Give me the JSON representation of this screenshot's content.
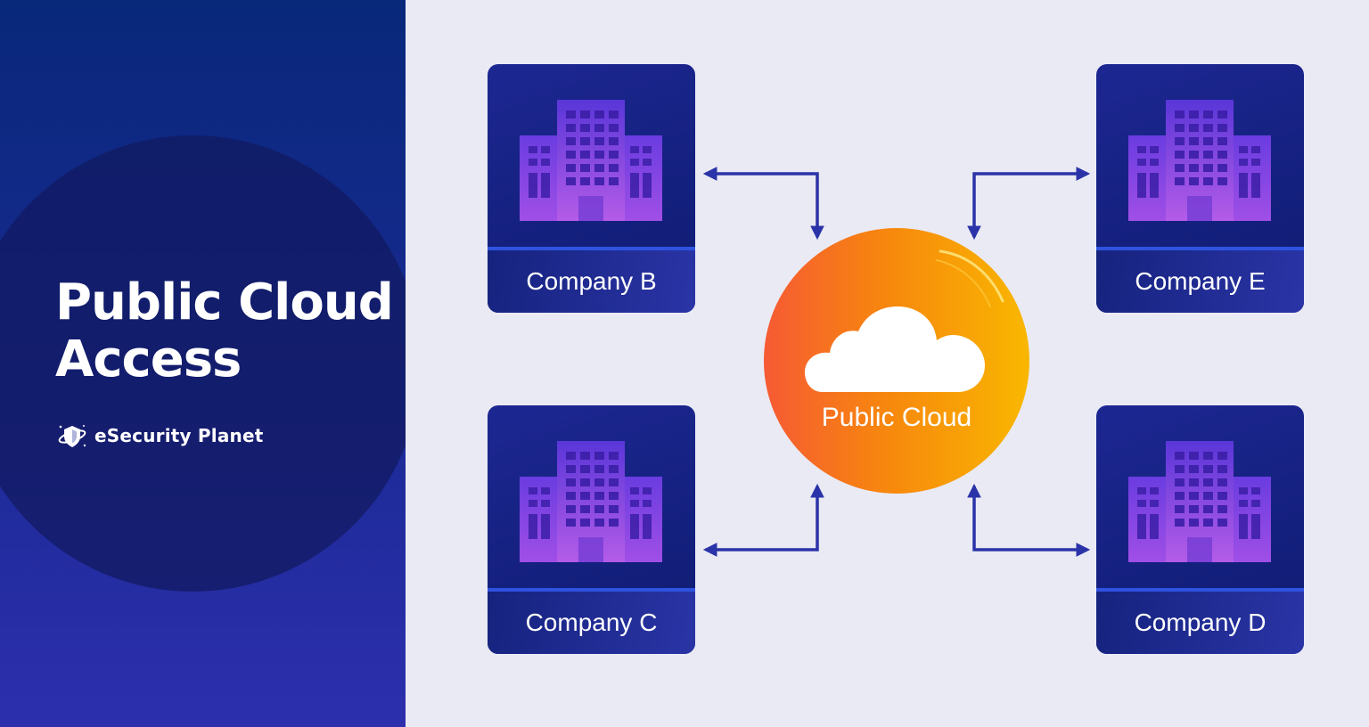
{
  "title_lines": [
    "Public Cloud",
    "Access"
  ],
  "brand": {
    "name": "eSecurity Planet",
    "icon": "shield-planet-icon"
  },
  "center": {
    "label": "Public Cloud",
    "icon": "cloud-icon"
  },
  "companies": [
    {
      "label": "Company B",
      "icon": "office-building-icon"
    },
    {
      "label": "Company E",
      "icon": "office-building-icon"
    },
    {
      "label": "Company C",
      "icon": "office-building-icon"
    },
    {
      "label": "Company D",
      "icon": "office-building-icon"
    }
  ],
  "colors": {
    "panel_dark": "#08287a",
    "panel_light": "#2d2fad",
    "card": "#1d2792",
    "card_border_accent": "#2f53e0",
    "cloud_left": "#f65a34",
    "cloud_right": "#f9b700",
    "connector": "#2b33a8",
    "building": "#9b4ae6",
    "background": "#eaeaf4"
  }
}
